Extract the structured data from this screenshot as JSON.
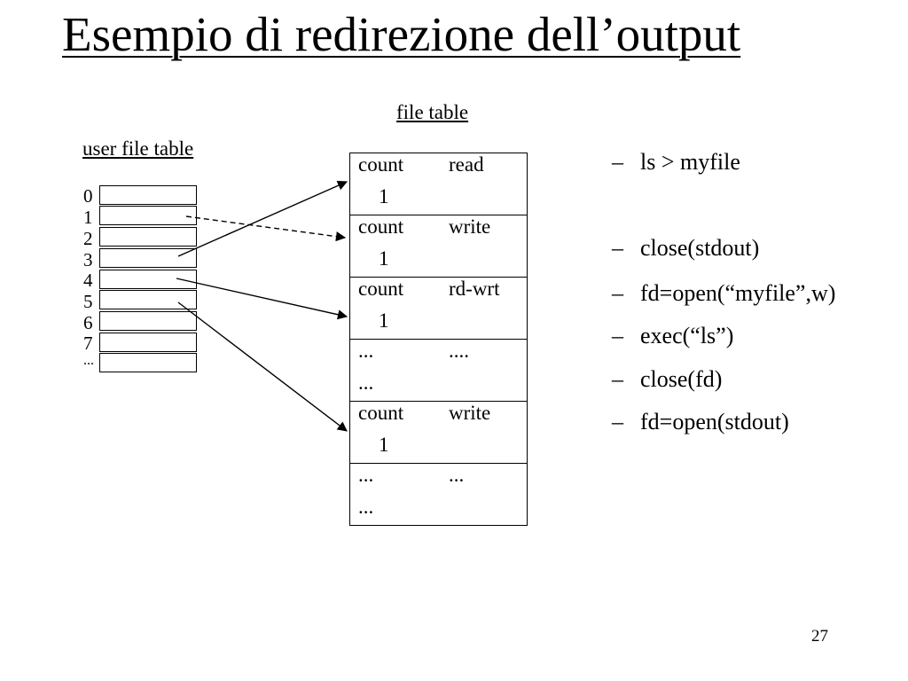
{
  "title": "Esempio di redirezione dell’output",
  "file_table_label": "file table",
  "user_file_table": {
    "label": "user file table",
    "indices": [
      "0",
      "1",
      "2",
      "3",
      "4",
      "5",
      "6",
      "7",
      "..."
    ]
  },
  "file_table": {
    "entries": [
      {
        "field1": "count",
        "mode": "read",
        "value": "1"
      },
      {
        "field1": "count",
        "mode": "write",
        "value": "1"
      },
      {
        "field1": "count",
        "mode": "rd-wrt",
        "value": "1"
      },
      {
        "field1": "...",
        "mode": "....",
        "value": "..."
      },
      {
        "field1": "count",
        "mode": "write",
        "value": "1"
      },
      {
        "field1": "...",
        "mode": "...",
        "value": "..."
      }
    ]
  },
  "commands": [
    {
      "dash": "–",
      "text": "ls > myfile"
    },
    {
      "dash": "–",
      "text": "close(stdout)"
    },
    {
      "dash": "–",
      "text": "fd=open(“myfile”,w)"
    },
    {
      "dash": "–",
      "text": "exec(“ls”)"
    },
    {
      "dash": "–",
      "text": "close(fd)"
    },
    {
      "dash": "–",
      "text": "fd=open(stdout)"
    }
  ],
  "page_number": "27"
}
